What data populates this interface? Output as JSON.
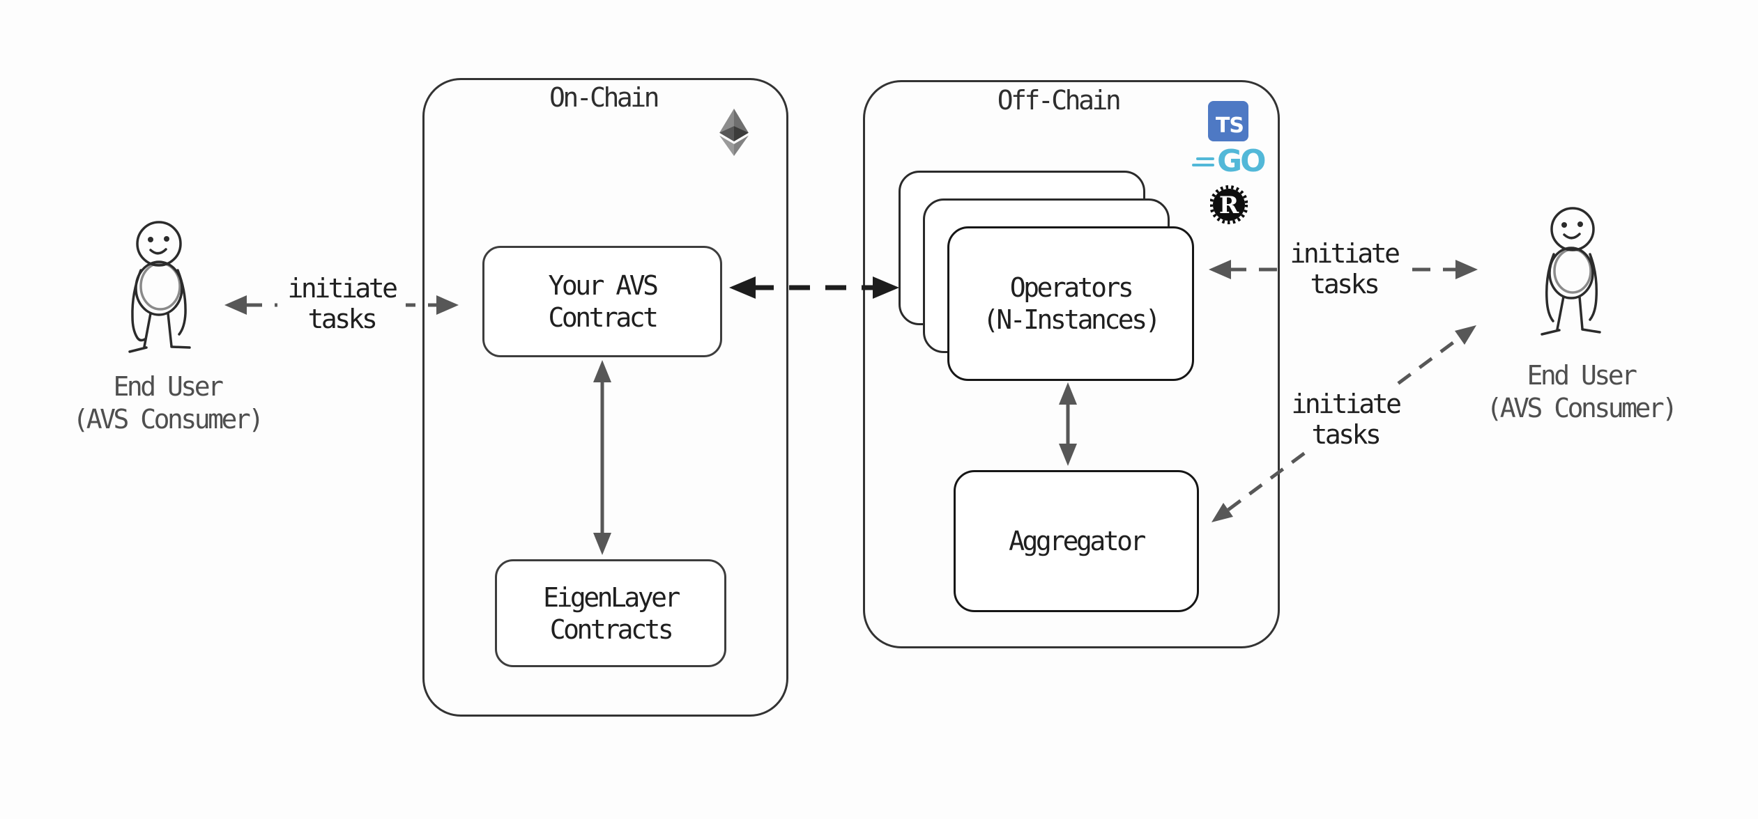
{
  "colors": {
    "background": "#fdfdfd",
    "container_border": "#333333",
    "box_border": "#3d3d3d",
    "dark_box_border": "#161616",
    "stack_border": "#2a2a2a",
    "label_text": "#1f1f1f",
    "title_text": "#2e2e2e",
    "name_text": "#4f4f4f",
    "arrow_gray": "#575757",
    "arrow_dark": "#1d1d1d",
    "figure_stroke": "#2b2b2b",
    "ts_blue": "#4e79c4",
    "go_blue": "#52b8d8",
    "rust_black": "#0e0e0e"
  },
  "actors": {
    "left": {
      "line1": "End User",
      "line2": "(AVS Consumer)"
    },
    "right": {
      "line1": "End User",
      "line2": "(AVS Consumer)"
    }
  },
  "onchain": {
    "title": "On-Chain",
    "eth_icon": "ethereum-icon",
    "avs_box": {
      "line1": "Your AVS",
      "line2": "Contract"
    },
    "eigen_box": {
      "line1": "EigenLayer",
      "line2": "Contracts"
    }
  },
  "offchain": {
    "title": "Off-Chain",
    "operators_box": {
      "line1": "Operators",
      "line2": "(N-Instances)"
    },
    "aggregator_box": {
      "label": "Aggregator"
    },
    "logos": {
      "typescript": "TS",
      "go": "GO",
      "rust": "R"
    }
  },
  "edges": {
    "left_tasks": {
      "line1": "initiate",
      "line2": "tasks"
    },
    "right_tasks": {
      "line1": "initiate",
      "line2": "tasks"
    },
    "diag_tasks": {
      "line1": "initiate",
      "line2": "tasks"
    }
  }
}
